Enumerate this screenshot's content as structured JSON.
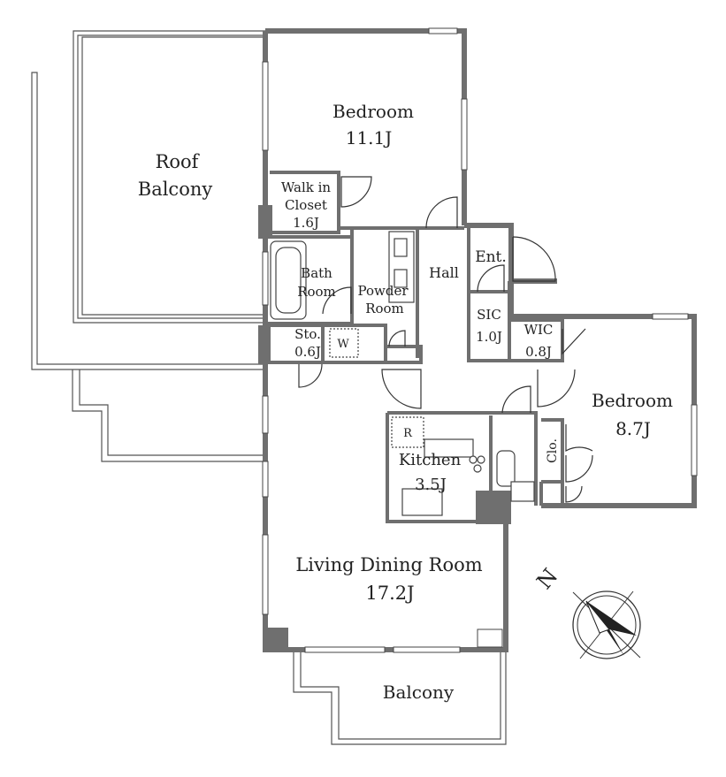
{
  "rooms": {
    "roof_balcony": {
      "line1": "Roof",
      "line2": "Balcony"
    },
    "bedroom_1": {
      "name": "Bedroom",
      "size": "11.1J"
    },
    "walk_in_closet": {
      "line1": "Walk in",
      "line2": "Closet",
      "size": "1.6J"
    },
    "bath_room": {
      "line1": "Bath",
      "line2": "Room"
    },
    "powder_room": {
      "line1": "Powder",
      "line2": "Room"
    },
    "hall": {
      "name": "Hall"
    },
    "entrance": {
      "name": "Ent."
    },
    "sic": {
      "name": "SIC",
      "size": "1.0J"
    },
    "wic": {
      "name": "WIC",
      "size": "0.8J"
    },
    "storage": {
      "name": "Sto.",
      "size": "0.6J"
    },
    "washer": {
      "name": "W"
    },
    "fridge": {
      "name": "R"
    },
    "kitchen": {
      "name": "Kitchen",
      "size": "3.5J"
    },
    "bedroom_2": {
      "name": "Bedroom",
      "size": "8.7J"
    },
    "closet": {
      "name": "Clo."
    },
    "living": {
      "name": "Living Dining Room",
      "size": "17.2J"
    },
    "balcony": {
      "name": "Balcony"
    }
  },
  "compass": {
    "label": "N"
  }
}
